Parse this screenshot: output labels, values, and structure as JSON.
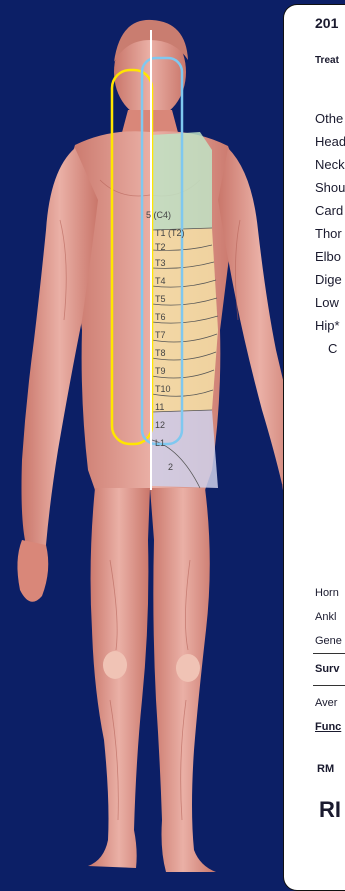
{
  "panel": {
    "year": "201",
    "subtitle": "Treat",
    "conditions": [
      "Othe",
      "Head",
      "Neck",
      "Shou",
      "Card",
      "Thor",
      "Elbo",
      "Dige",
      "Low",
      "Hip*"
    ],
    "sub_item": "C",
    "lower_items": [
      "Horn",
      "Ankl",
      "Gene"
    ],
    "survey": "Surv",
    "average": "Aver",
    "function": "Func",
    "rm_small": "RM",
    "rm_large": "RI"
  },
  "figure": {
    "dermatome_labels": [
      "5 (C4)",
      "T1",
      "(T2)",
      "T2",
      "T3",
      "T4",
      "T5",
      "T6",
      "T7",
      "T8",
      "T9",
      "T10",
      "11",
      "12",
      "L1",
      "2"
    ],
    "colors": {
      "background": "#0c1f66",
      "skin": "#e9a49a",
      "muscle": "#d98779",
      "green_zone": "#bfe3c4",
      "yellow_zone": "#f5dfa6",
      "lavender_zone": "#cfd0ea",
      "yellow_outline": "#ffe600",
      "blue_outline": "#7fc8f0"
    }
  }
}
